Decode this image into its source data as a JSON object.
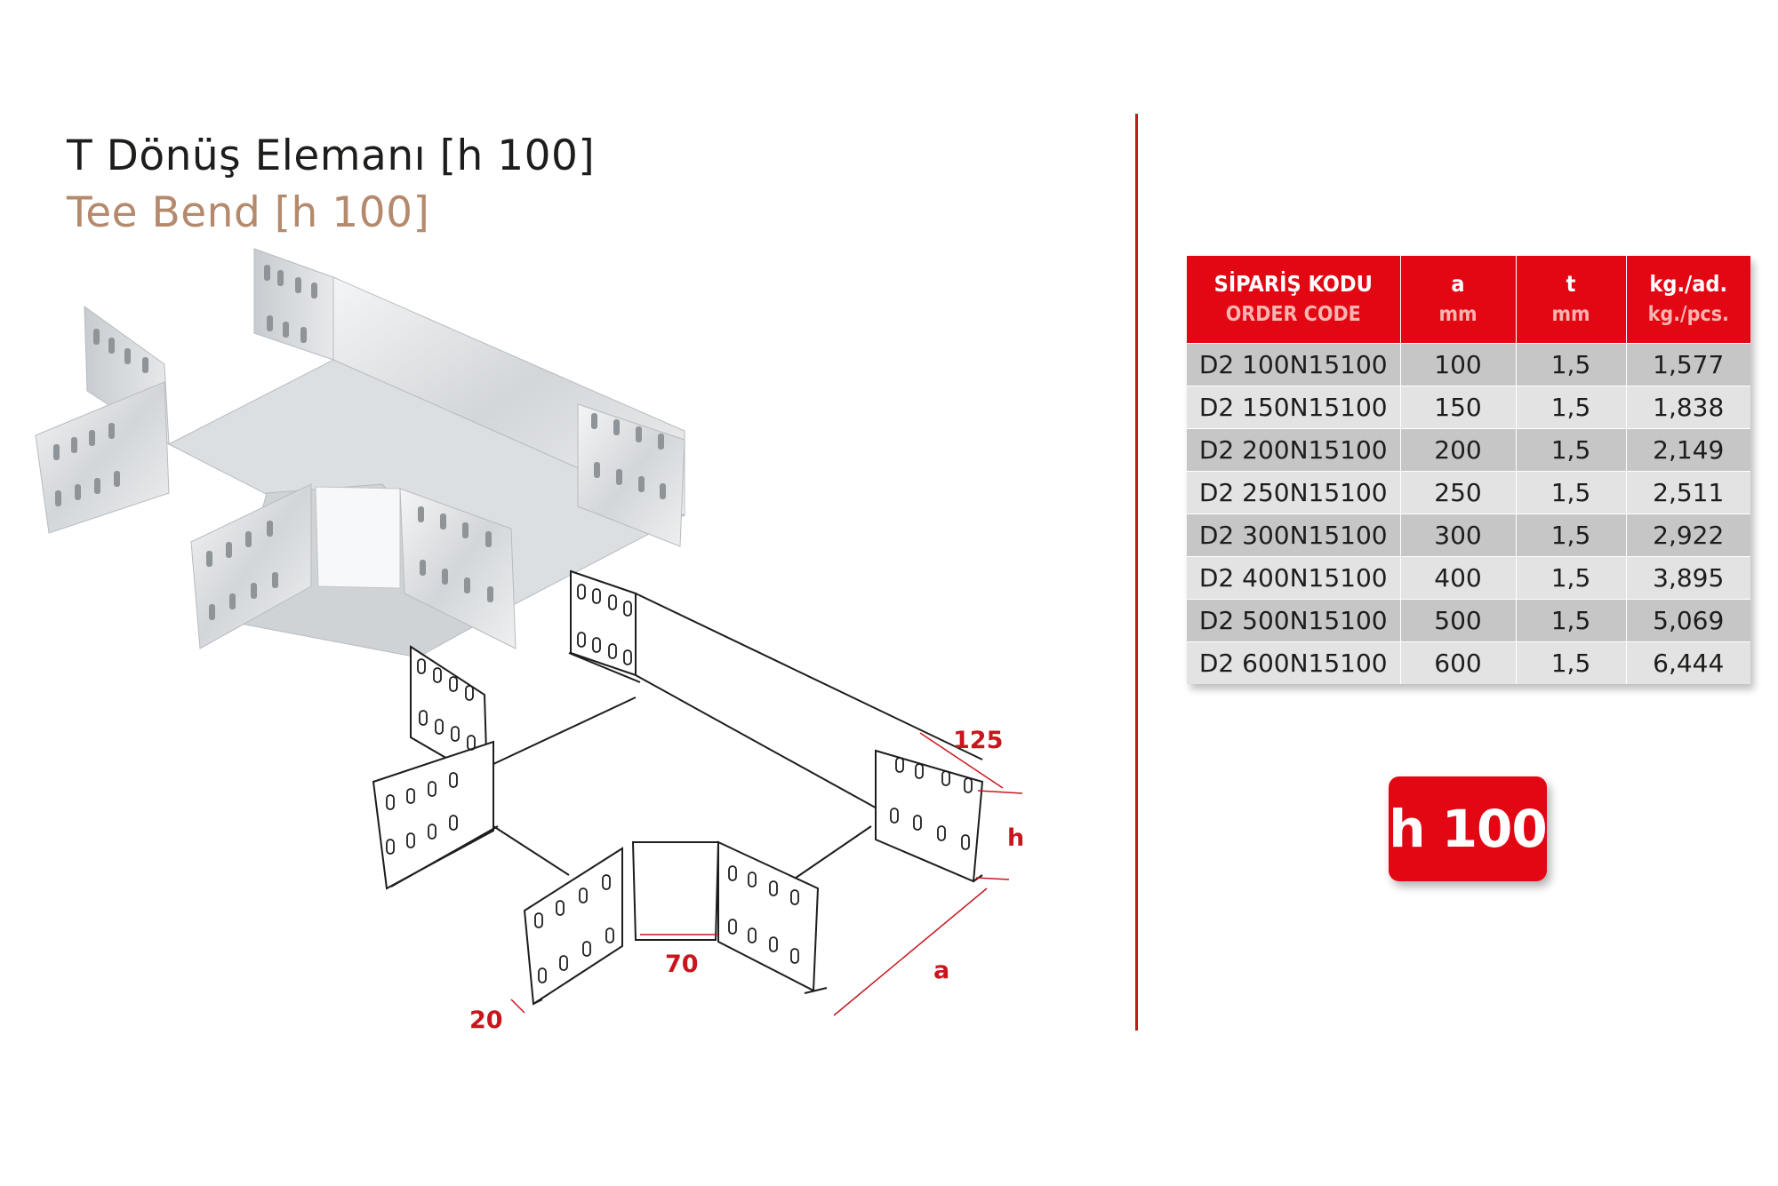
{
  "title": {
    "tr": "T Dönüş Elemanı [h 100]",
    "en": "Tee Bend [h 100]"
  },
  "dimensions": {
    "width_125": "125",
    "height_h": "h",
    "width_a": "a",
    "inner_70": "70",
    "flange_20": "20"
  },
  "table": {
    "headers": [
      {
        "l1": "SİPARİŞ KODU",
        "l2": "ORDER CODE"
      },
      {
        "l1": "a",
        "l2": "mm"
      },
      {
        "l1": "t",
        "l2": "mm"
      },
      {
        "l1": "kg./ad.",
        "l2": "kg./pcs."
      }
    ],
    "rows": [
      [
        "D2 100N15100",
        "100",
        "1,5",
        "1,577"
      ],
      [
        "D2 150N15100",
        "150",
        "1,5",
        "1,838"
      ],
      [
        "D2 200N15100",
        "200",
        "1,5",
        "2,149"
      ],
      [
        "D2 250N15100",
        "250",
        "1,5",
        "2,511"
      ],
      [
        "D2 300N15100",
        "300",
        "1,5",
        "2,922"
      ],
      [
        "D2 400N15100",
        "400",
        "1,5",
        "3,895"
      ],
      [
        "D2 500N15100",
        "500",
        "1,5",
        "5,069"
      ],
      [
        "D2 600N15100",
        "600",
        "1,5",
        "6,444"
      ]
    ]
  },
  "badge": "h 100",
  "colors": {
    "accent": "#e30613",
    "divider": "#c8161d",
    "subtitle": "#b58a6c",
    "row_dark": "#c6c6c6",
    "row_light": "#e3e3e3"
  }
}
